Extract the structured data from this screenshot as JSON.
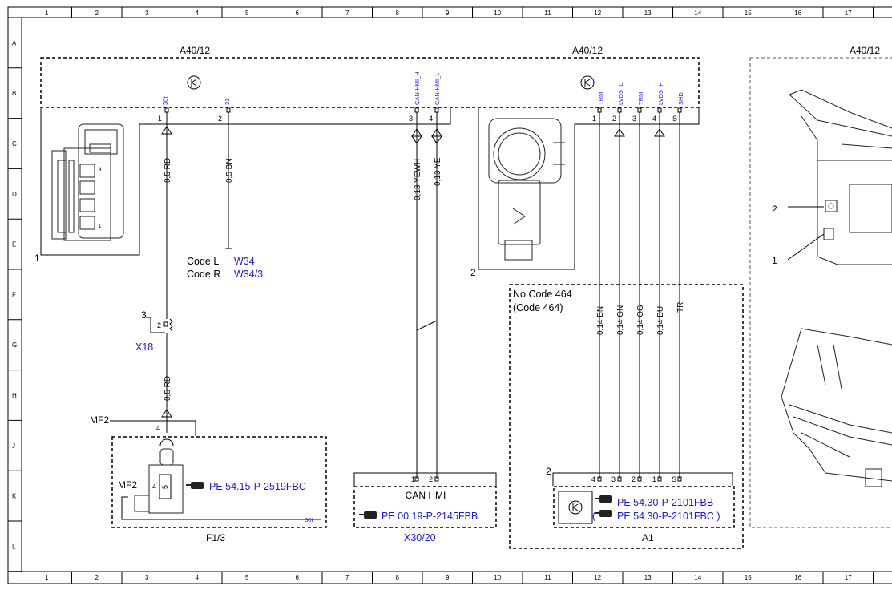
{
  "grid": {
    "columns": [
      "1",
      "2",
      "3",
      "4",
      "5",
      "6",
      "7",
      "8",
      "9",
      "10",
      "11",
      "12",
      "13",
      "14",
      "15",
      "16",
      "17"
    ],
    "rows": [
      "A",
      "B",
      "C",
      "D",
      "E",
      "F",
      "G",
      "H",
      "J",
      "K",
      "L"
    ]
  },
  "components": {
    "a40_left_label": "A40/12",
    "a40_mid_label": "A40/12",
    "a40_right_label": "A40/12",
    "item1_left": "1",
    "item2_mid": "2",
    "item2_right": "2",
    "item1_right": "1",
    "item3": "3",
    "x18": "X18",
    "mf2_top": "MF2",
    "mf2_inner": "MF2",
    "f13": "F1/3",
    "can_hmi": "CAN HMI",
    "x3020": "X30/20",
    "a1_num": "2",
    "a1": "A1"
  },
  "pins": {
    "p30t": "30t",
    "p31": "31",
    "can_h": "CAN-HMI_H",
    "can_l": "CAN-HMI_L",
    "trm1": "TRM",
    "lvds_l": "LVDS_L",
    "trm2": "TRM",
    "lvds_h": "LVDS_H",
    "shd": "SHD",
    "fuse_30t": "30t"
  },
  "pin_numbers": {
    "l1": "1",
    "l2": "2",
    "l3": "3",
    "l4": "4",
    "m1": "1",
    "m2": "2",
    "m3": "3",
    "m4": "4",
    "mS": "S",
    "x18_2": "2",
    "mf2_4": "4",
    "fuse_4": "4",
    "fuse_5": "5",
    "can_1": "1",
    "can_2": "2",
    "a1_4": "4",
    "a1_3": "3",
    "a1_2": "2",
    "a1_1": "1",
    "a1_S": "S",
    "conn_4": "4",
    "conn_1": "1"
  },
  "wires": {
    "w_rd1": "0,5 RD",
    "w_bn": "0,5 BN",
    "w_yewh": "0,13 YEWH",
    "w_ye": "0,13 YE",
    "w_rd2": "0,5 RD",
    "w_bn014": "0,14 BN",
    "w_gn": "0,14 GN",
    "w_og": "0,14 OG",
    "w_bu": "0,14 BU",
    "w_tr": "TR"
  },
  "codes": {
    "code_l_label": "Code L",
    "code_l_ref": "W34",
    "code_r_label": "Code R",
    "code_r_ref": "W34/3",
    "no_code_464": "No Code 464",
    "code_464": "(Code 464)"
  },
  "refs": {
    "pe_fuse": "PE 54.15-P-2519FBC",
    "pe_can": "PE 00.19-P-2145FBB",
    "pe_a1_a": "PE 54.30-P-2101FBB",
    "pe_a1_b": "PE 54.30-P-2101FBC )",
    "pe_a1_b_open": "("
  },
  "colors": {
    "link_blue": "#1a1adc",
    "line_black": "#000000"
  }
}
